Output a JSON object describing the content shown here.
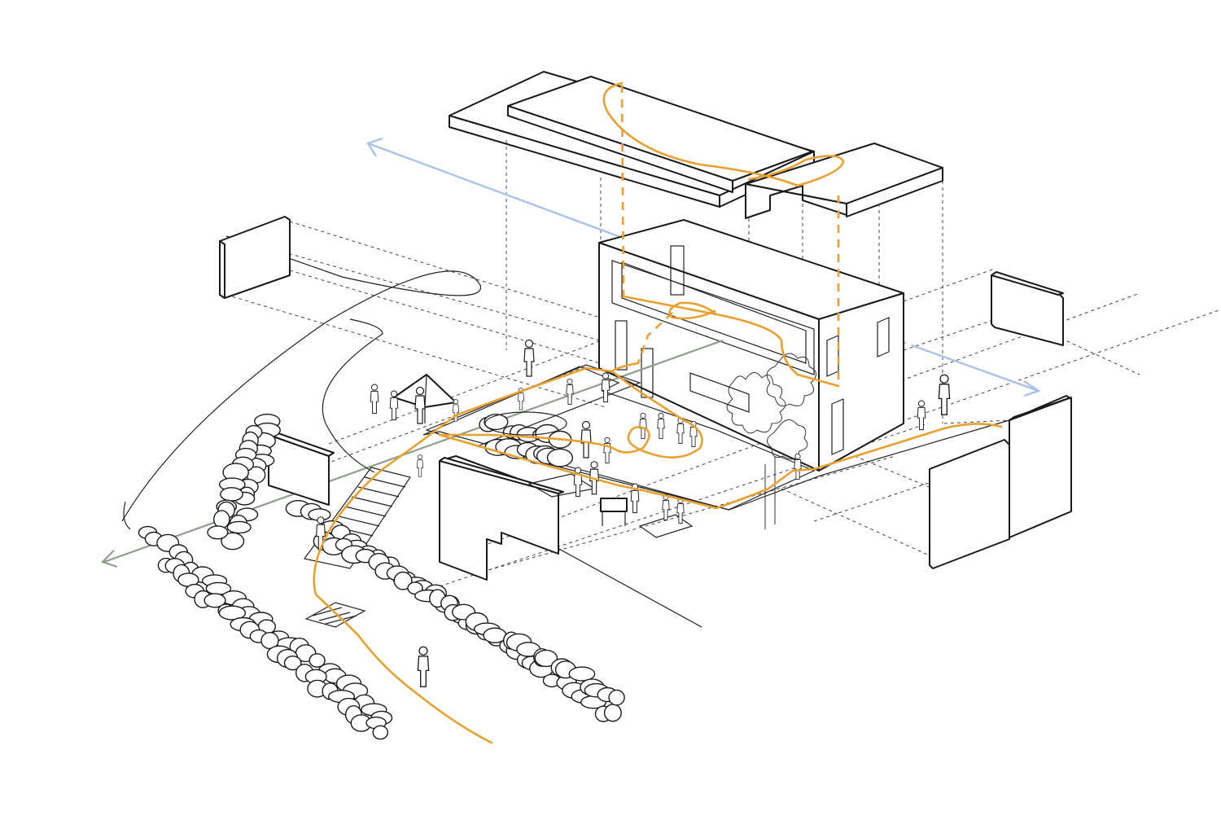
{
  "colors": {
    "circulation_route": "#e8a030",
    "axis_blue": "#a9c3e6",
    "axis_green": "#8f9e8a",
    "linework": "#1a1a1a",
    "background": "#ffffff"
  },
  "icons": {
    "axis_arrow_blue": "arrowhead",
    "axis_arrow_green": "arrowhead",
    "people": "person-figure",
    "umbrella": "parasol"
  }
}
